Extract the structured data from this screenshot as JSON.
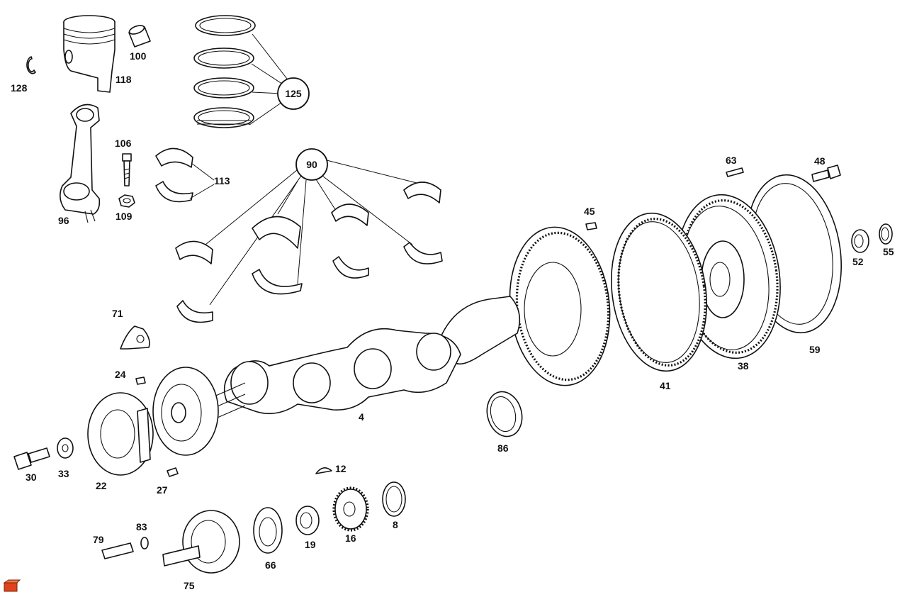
{
  "labels": {
    "p128": "128",
    "p100": "100",
    "p118": "118",
    "p125": "125",
    "p106": "106",
    "p113": "113",
    "p90": "90",
    "p96": "96",
    "p109": "109",
    "p63": "63",
    "p48": "48",
    "p45": "45",
    "p52": "52",
    "p55": "55",
    "p71": "71",
    "p59": "59",
    "p38": "38",
    "p41": "41",
    "p24": "24",
    "p4": "4",
    "p86": "86",
    "p30": "30",
    "p33": "33",
    "p22": "22",
    "p27": "27",
    "p12": "12",
    "p8": "8",
    "p79": "79",
    "p83": "83",
    "p16": "16",
    "p19": "19",
    "p66": "66",
    "p75": "75"
  },
  "colors": {
    "line": "#111111",
    "background": "#ffffff",
    "corner_badge": "#e0431b"
  }
}
